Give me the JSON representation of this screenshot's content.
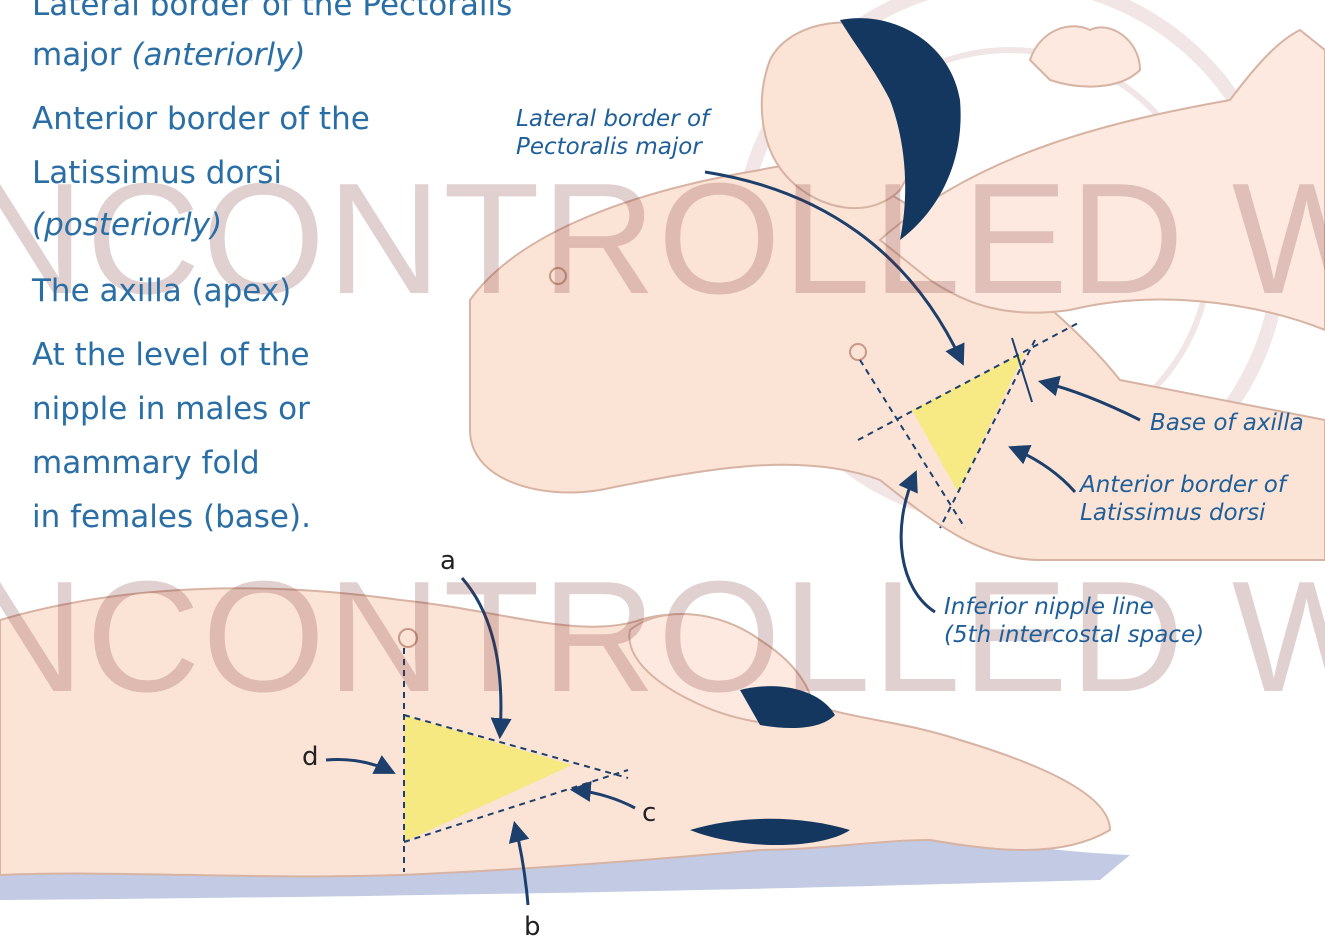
{
  "criteria": {
    "line1": "Lateral border of the Pectoralis",
    "line2_text": "major ",
    "line2_italic": "(anteriorly)",
    "line3": "Anterior border of the",
    "line4": "Latissimus dorsi",
    "line5_italic": "(posteriorly)",
    "line6": "The axilla (apex)",
    "line7": "At the level of the",
    "line8": "nipple in males or",
    "line9": "mammary fold",
    "line10": "in females (base)."
  },
  "callouts": {
    "pectoralis_line1": "Lateral border of",
    "pectoralis_line2": "Pectoralis major",
    "base_axilla": "Base of axilla",
    "latissimus_line1": "Anterior border of",
    "latissimus_line2": "Latissimus dorsi",
    "nipple_line1": "Inferior nipple line",
    "nipple_line2": "(5th intercostal space)"
  },
  "letters": {
    "a": "a",
    "b": "b",
    "c": "c",
    "d": "d"
  },
  "watermark": {
    "line1": "NCONTROLLED W",
    "line2": "NCONTROLLED W"
  },
  "colors": {
    "text_blue": "#2a6ea6",
    "arrow_navy": "#1d3f6b",
    "triangle_yellow": "#f6e97c",
    "skin": "#fbe3d6",
    "hair": "#13375f",
    "watermark": "#b4212a"
  }
}
